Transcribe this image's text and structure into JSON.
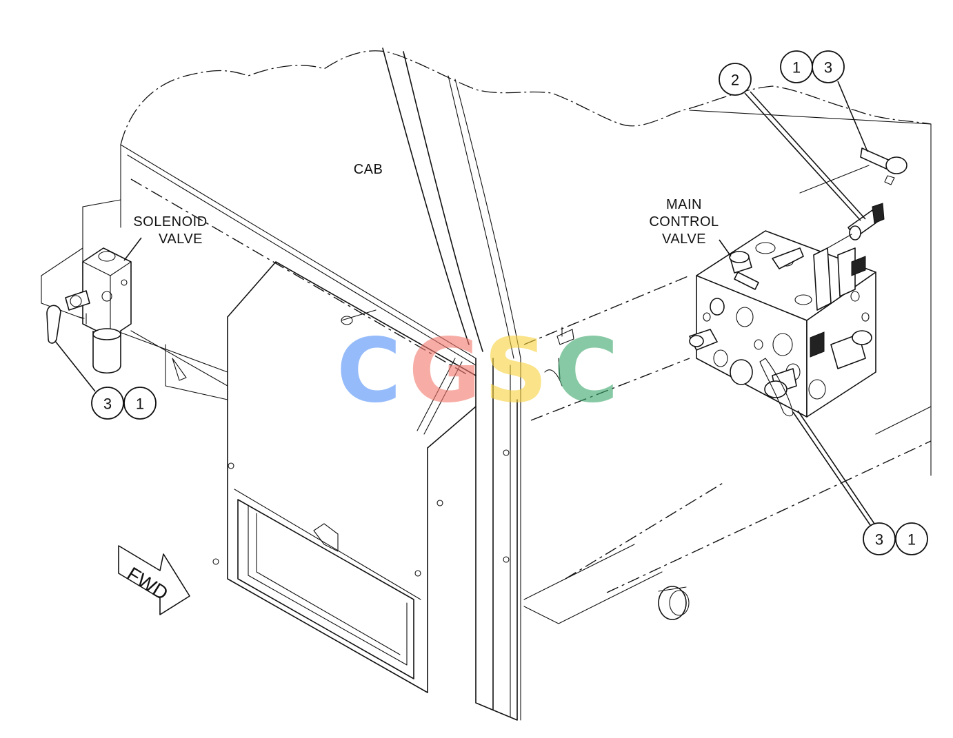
{
  "labels": {
    "cab": "CAB",
    "solenoid_valve": [
      "SOLENOID",
      "VALVE"
    ],
    "main_control_valve": [
      "MAIN",
      "CONTROL",
      "VALVE"
    ],
    "forward_arrow": "FWD"
  },
  "callouts": {
    "solenoid": [
      "3",
      "1"
    ],
    "top_right": [
      "1",
      "3"
    ],
    "fitting": "2",
    "main_valve_lower": [
      "3",
      "1"
    ]
  },
  "watermark": {
    "letters": [
      "C",
      "G",
      "S",
      "C"
    ],
    "colors": [
      "#4f8ff7",
      "#f2776b",
      "#f7d23b",
      "#3aa66a"
    ]
  }
}
